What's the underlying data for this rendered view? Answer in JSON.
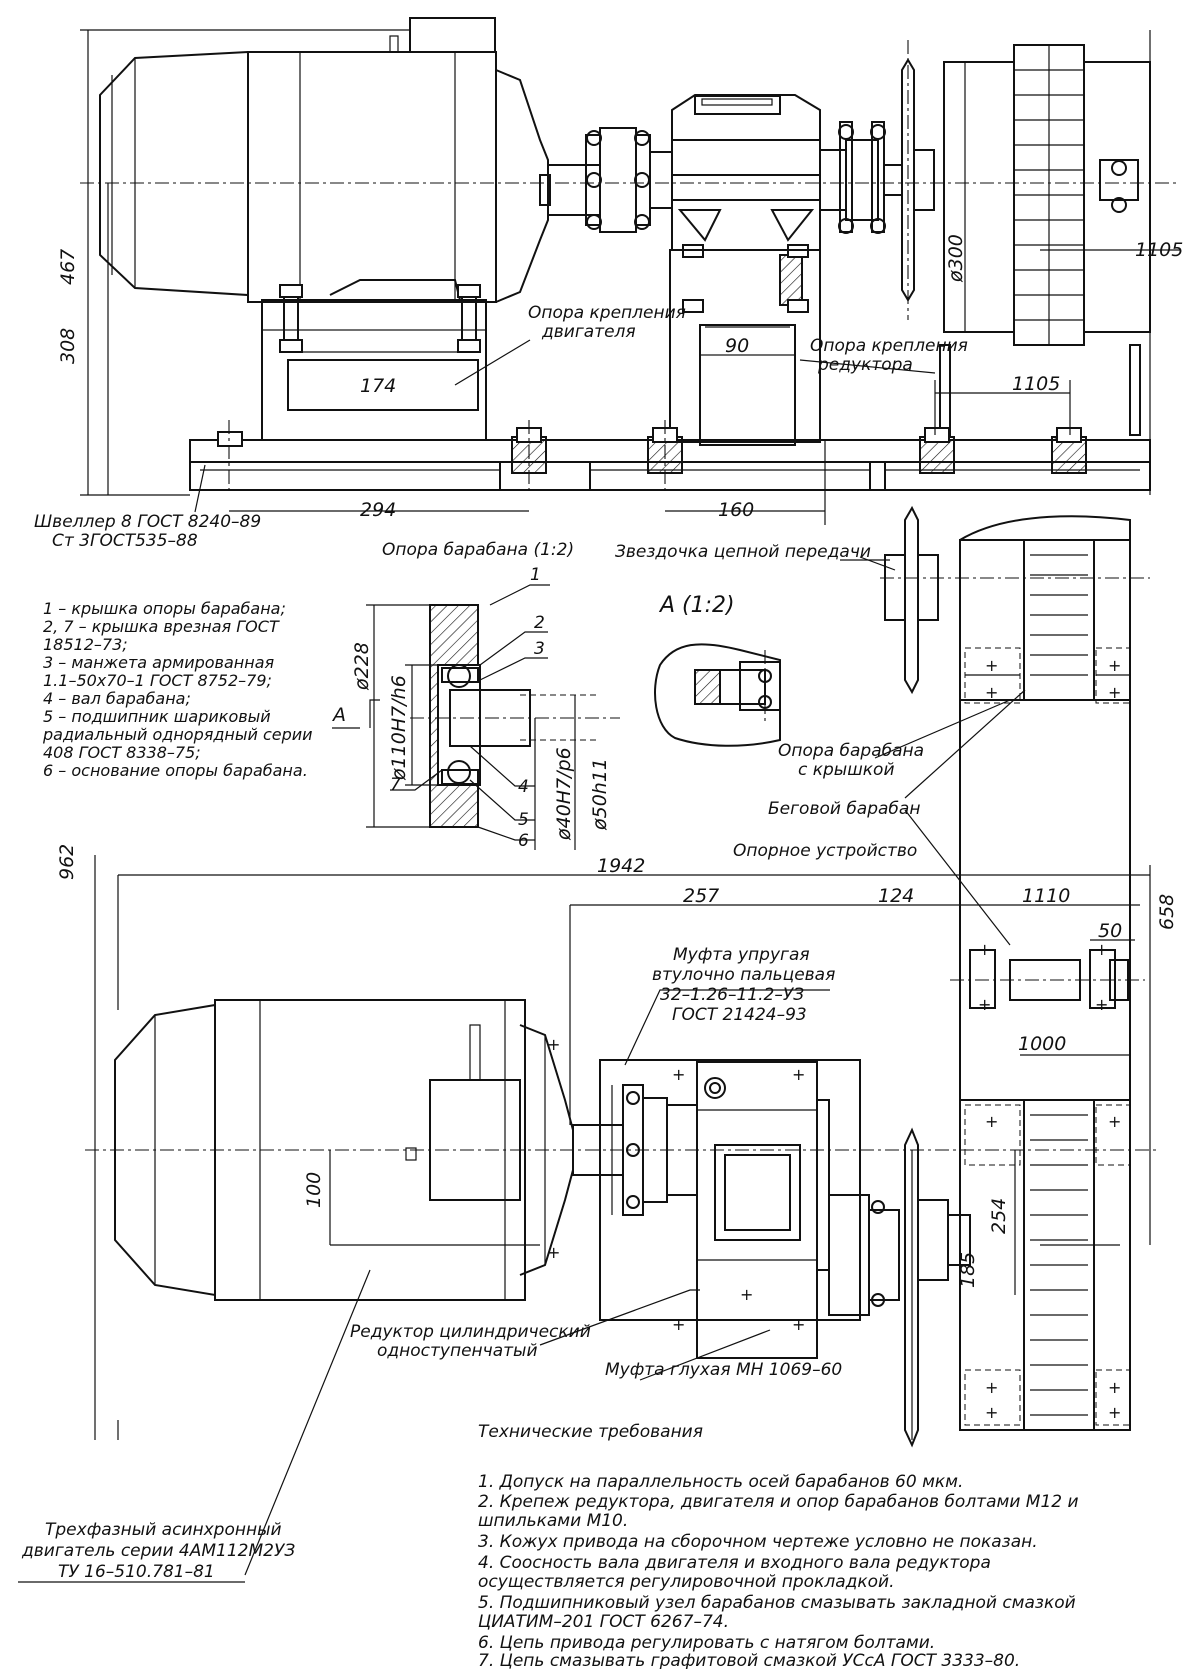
{
  "labels": {
    "motor_support": [
      "Опора крепления",
      "двигателя"
    ],
    "reducer_support": [
      "Опора крепления",
      "редуктора"
    ],
    "channel": [
      "Швеллер 8 ГОСТ 8240–89",
      "Ст 3ГОСТ535–88"
    ],
    "drum_support_title": "Опора барабана (1:2)",
    "sprocket": "Звездочка цепной передачи",
    "view_a": "А (1:2)",
    "section_a": "А",
    "drum_support_cover": [
      "Опора барабана",
      "с крышкой"
    ],
    "running_drum": "Беговой барабан",
    "support_device": "Опорное устройство",
    "coupling_elastic": [
      "Муфта упругая",
      "втулочно пальцевая",
      "32–1.26–11.2–УЗ",
      "ГОСТ 21424–93"
    ],
    "reducer": [
      "Редуктор цилиндрический",
      "одноступенчатый"
    ],
    "coupling_rigid": "Муфта глухая МН 1069–60",
    "motor": [
      "Трехфазный асинхронный",
      "двигатель серии 4АМ112М2УЗ",
      "ТУ 16–510.781–81"
    ]
  },
  "legend": [
    "1 – крышка опоры барабана;",
    "2, 7 – крышка врезная ГОСТ",
    "18512–73;",
    "3 – манжета армированная",
    "1.1–50х70–1 ГОСТ 8752–79;",
    "4 – вал барабана;",
    "5 – подшипник шариковый",
    "радиальный однорядный серии",
    "408 ГОСТ 8338–75;",
    "6 – основание опоры барабана."
  ],
  "dimensions": {
    "d467": "467",
    "d308": "308",
    "d174": "174",
    "d90": "90",
    "d300": "ø300",
    "d1105a": "1105",
    "d1105b": "1105",
    "d294": "294",
    "d160": "160",
    "d228": "ø228",
    "d110": "ø110H7/h6",
    "d40": "ø40H7/p6",
    "d50": "ø50h11",
    "d962": "962",
    "d1942": "1942",
    "d257": "257",
    "d124": "124",
    "d1110": "1110",
    "d50b": "50",
    "d658": "658",
    "d1000": "1000",
    "d100": "100",
    "d254": "254",
    "d185": "185"
  },
  "callouts": [
    "1",
    "2",
    "3",
    "4",
    "5",
    "6",
    "7"
  ],
  "tech_requirements": {
    "title": "Технические требования",
    "items": [
      "1. Допуск на параллельность осей барабанов 60 мкм.",
      "2. Крепеж редуктора, двигателя и опор барабанов болтами М12 и",
      "шпильками М10.",
      "3. Кожух привода на сборочном чертеже условно не показан.",
      "4. Соосность вала двигателя и входного вала редуктора",
      "осуществляется регулировочной прокладкой.",
      "5. Подшипниковый узел барабанов смазывать закладной смазкой",
      "ЦИАТИМ–201 ГОСТ 6267–74.",
      "6. Цепь привода регулировать с натягом болтами.",
      "7. Цепь смазывать графитовой смазкой УСсА ГОСТ 3333–80."
    ]
  }
}
